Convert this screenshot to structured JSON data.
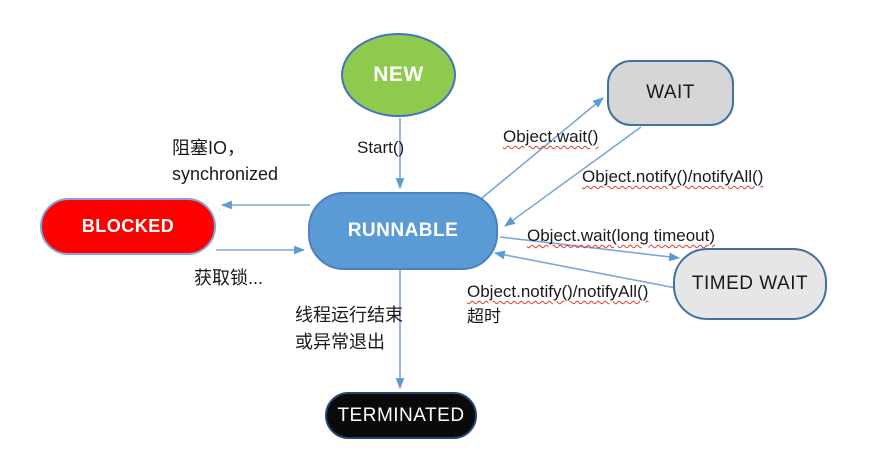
{
  "colors": {
    "new_fill": "#8FC94E",
    "runnable_fill": "#5B9BD5",
    "runnable_border": "#4A81BE",
    "blocked_fill": "#FE0000",
    "wait_fill": "#D6D6D6",
    "timed_wait_fill": "#E7E6E6",
    "terminated_fill": "#0A0A0A",
    "shape_border": "#4472C4",
    "gray_border": "#41719C",
    "dark_border": "#24476F",
    "arrow_line": "#7EA6D8",
    "arrow_head": "#5B9BD5",
    "label_text": "#1A1A1A",
    "squiggle": "#E03C31"
  },
  "states": {
    "new": {
      "label": "NEW"
    },
    "runnable": {
      "label": "RUNNABLE"
    },
    "blocked": {
      "label": "BLOCKED"
    },
    "wait": {
      "label": "WAIT"
    },
    "timed_wait": {
      "label": "TIMED WAIT"
    },
    "terminated": {
      "label": "TERMINATED"
    }
  },
  "transitions": {
    "start": {
      "label": "Start()"
    },
    "runnable_to_blocked": {
      "line1": "阻塞IO，",
      "line2": "synchronized"
    },
    "blocked_to_runnable": {
      "label": "获取锁..."
    },
    "runnable_to_wait": {
      "label": "Object.wait()"
    },
    "wait_to_runnable": {
      "label": "Object.notify()/notifyAll()"
    },
    "runnable_to_timed_wait": {
      "label": "Object.wait(long timeout)"
    },
    "timed_wait_to_runnable": {
      "line1": "Object.notify()/notifyAll()",
      "line2": "超时"
    },
    "runnable_to_terminated": {
      "line1": "线程运行结束",
      "line2": "或异常退出"
    }
  }
}
